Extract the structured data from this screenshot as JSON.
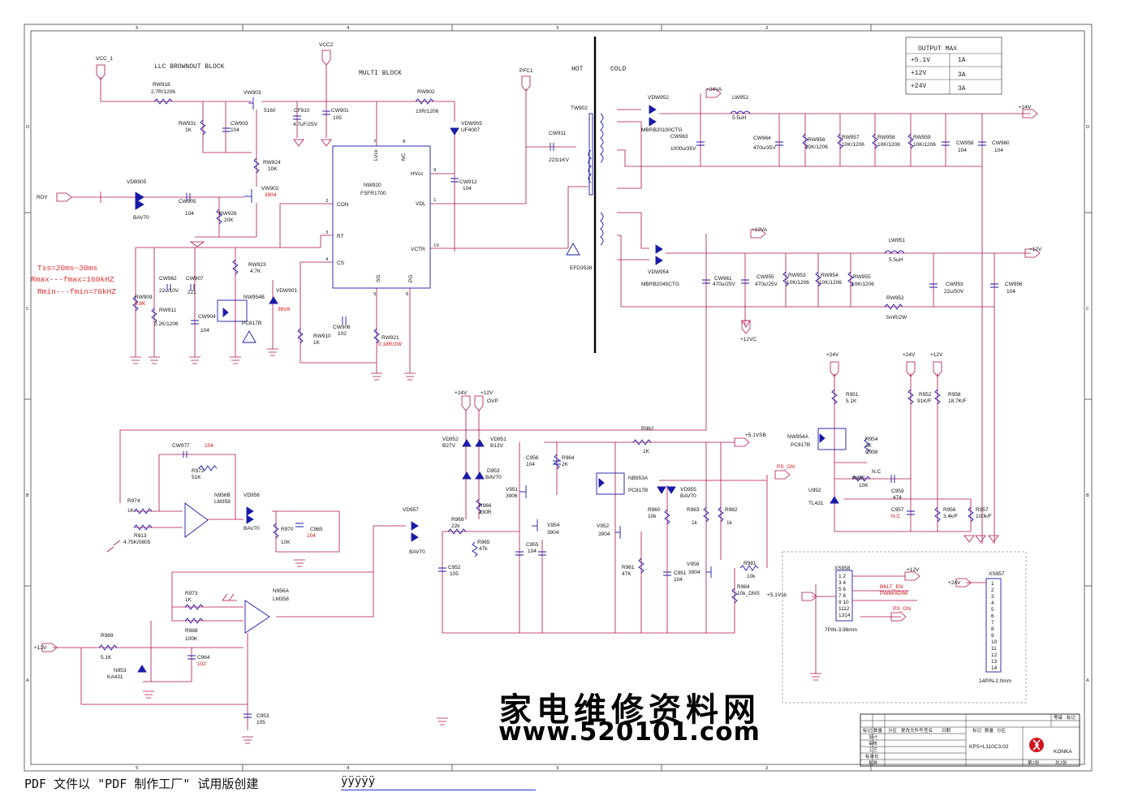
{
  "blocks": {
    "llc_brownout": "LLC BROWNOUT BLOCK",
    "multi": "MULTI BLOCK",
    "hot": "HOT",
    "cold": "COLD",
    "ovp": "OVP"
  },
  "notes": {
    "tss": "Tss=20ms~30ms",
    "rmax": "Rmax---fmax=160kHZ",
    "rmin": "Rmin---fmin=70kHZ"
  },
  "output_table": {
    "title": "OUTPUT MAX",
    "rows": [
      [
        "+5.1V",
        "1A"
      ],
      [
        "+12V",
        "3A"
      ],
      [
        "+24V",
        "3A"
      ]
    ]
  },
  "nets": {
    "vcc1": "VCC_1",
    "vcc2": "VCC2",
    "pfc1": "PFC1",
    "rdy": "RDY",
    "p24v": "+24V",
    "p24va": "+24VA",
    "p12v": "+12V",
    "p12va": "+12VA",
    "p12vc": "+12VC",
    "p51vsb": "+5.1VSB",
    "ps_on": "PS_ON",
    "p51vsb2": "+5.1Vsb",
    "bklt_en": "BKLT_EN",
    "pwm_adim": "PWM/ADIM"
  },
  "ic": {
    "ref": "NW920",
    "part": "FSFR1700",
    "pins": {
      "lvcc": "LVcc",
      "nc": "NC",
      "hvcc": "HVcc",
      "vdl": "VDL",
      "vctr": "VCTR",
      "con": "CON",
      "rt": "RT",
      "cs": "CS",
      "sg": "SG",
      "pg": "PG"
    },
    "nums": {
      "p7": "7",
      "p8": "8",
      "p9": "9",
      "p1": "1",
      "p10": "10",
      "p2": "2",
      "p3": "3",
      "p4": "4",
      "p5": "5",
      "p6": "6"
    }
  },
  "parts": {
    "rw918": "RW918",
    "rw918v": "2.7R/1206",
    "vw903": "VW903",
    "vw903v": "5160",
    "rw931": "RW931",
    "rw931v": "1K",
    "cw903": "CW903",
    "cw903v": "104",
    "cf910": "CF910",
    "cf910v": "4.7uF/25V",
    "cw901": "CW901",
    "cw901v": "105",
    "rw924": "RW924",
    "rw924v": "10K",
    "vdb905": "VDB905",
    "bav70": "BAV70",
    "cw905": "CW905",
    "cw905v": "104",
    "rw926": "RW926",
    "rw926v": "20K",
    "vw902": "VW902",
    "vw902v": "3904",
    "rw902": "RW902",
    "rw902v": "10R/1206",
    "vdw905": "VDW905",
    "vdw905v": "UF4007",
    "cw912": "CW912",
    "cw912v": "104",
    "cw911": "CW911",
    "cw911v": "223/1KV",
    "tw902": "TW902",
    "efd": "EFD3538",
    "cw962": "CW962",
    "cw962v": "22u/10V",
    "cw907": "CW907",
    "cw907v": "221",
    "rw923": "RW923",
    "rw923v": "4.7K",
    "rw909": "RW909",
    "rw909v": "8.8K",
    "rw911": "RW911",
    "rw911v": "2.2K/1206",
    "cw904": "CW904",
    "cw904v": "104",
    "nw954b": "NW954B",
    "pc817b": "PC817B",
    "vdw901": "VDW901",
    "vdw901v": "36V8",
    "rw910": "RW910",
    "rw910v": "1K",
    "cw906": "CW906",
    "cw906v": "102",
    "rw921": "RW921",
    "rw921v": "0.18R/2W",
    "vdw952": "VDW952",
    "mbrb1": "MBRB20100CTG",
    "lw952": "LW952",
    "lw952v": "5.5uH",
    "cw963": "CW963",
    "cw963v": "1000u/35V",
    "cw964": "CW964",
    "cw964v": "470u/35V",
    "rw956": "RW956",
    "rw956v": "10K/1206",
    "rw957": "RW957",
    "rw957v": "10K/1206",
    "rw958": "RW958",
    "rw958v": "10K/1206",
    "rw959": "RW959",
    "rw959v": "10K/1206",
    "cw958": "CW958",
    "cw958v": "104",
    "cw960": "CW960",
    "cw960v": "104",
    "vdw954": "VDW954",
    "mbrb2": "MBRB2045CTG",
    "lw951": "LW951",
    "lw951v": "5.5uH",
    "cw961": "CW961",
    "cw961v": "470u/25V",
    "cw955": "CW955",
    "cw955v": "470u/25V",
    "rw953": "RW953",
    "rw953v": "10K/1206",
    "rw954": "RW954",
    "rw954v": "10K/1206",
    "rw955": "RW955",
    "rw955v": "10K/1206",
    "cw953": "CW953",
    "cw953v": "22u/50V",
    "cw956": "CW956",
    "cw956v": "104",
    "rw952": "RW952",
    "rw952v": "5mR/2W",
    "r951": "R951",
    "r951v": "5.1K",
    "r952": "R952",
    "r952v": "91K/F",
    "r958": "R958",
    "r958v": "18.7K/F",
    "nw954a": "NW954A",
    "r954": "R954",
    "r954v": "3K",
    "c958": "C958",
    "c958v": "N.C",
    "r955": "R955",
    "r955v": "10K",
    "c959": "C959",
    "c959v": "474",
    "u952": "U952",
    "u952v": "TL431",
    "c957": "C957",
    "c957v": "N.C",
    "r956": "R956",
    "r956v": "3.4k/F",
    "r957": "R957",
    "r957v": "100k/F",
    "cw977": "CW977",
    "cw977v": "104",
    "r972": "R972",
    "r972v": "51K",
    "n956b": "N956B",
    "lm358": "LM358",
    "vd956": "VD956",
    "r974": "R974",
    "r974v": "1K",
    "r913": "R913",
    "r913v": "4.75K/0805",
    "r970": "R970",
    "r970v": "10K",
    "c965": "C965",
    "c965v": "104",
    "vd952": "VD952",
    "vd952v": "B27V",
    "vd951": "VD951",
    "vd951v": "B13V",
    "d953": "D953",
    "vd957": "VD957",
    "r969": "R969",
    "r969v": "22k",
    "c952": "C952",
    "c952v": "105",
    "r966": "R966",
    "r966v": "330R",
    "c956": "C956",
    "c956v": "104",
    "r964": "R964",
    "r964v": "2K",
    "v951": "V951",
    "v951v": "3906",
    "v954": "V954",
    "v954v": "3904",
    "r965": "R965",
    "r965v": "47k",
    "c955": "C955",
    "c955v": "104",
    "r962": "R962",
    "r962v": "1K",
    "nb953a": "NB953A",
    "vd955": "VD955",
    "r960": "R960",
    "r960v": "10k",
    "v952": "V952",
    "v952v": "3904",
    "r961": "R961",
    "r961v": "47K",
    "c951": "C951",
    "c951v": "104",
    "r983": "R983",
    "r983v": "1k",
    "r982": "R982",
    "r982v": "1k",
    "v958": "V958",
    "v958v": "3904",
    "r981": "R981",
    "r981v": "10k",
    "r984": "R984",
    "r984v": "10k_DNS",
    "n956a": "N956A",
    "r973": "R973",
    "r973v": "1K",
    "r988": "R988",
    "r988v": "100K",
    "r989": "R989",
    "r989v": "5.1K",
    "n953": "N953",
    "n953v": "KA431",
    "c964": "C964",
    "c964v": "102",
    "c953": "C953",
    "c953v": "105"
  },
  "connectors": {
    "xs958": "XS958",
    "xs958_desc": "7PIN-3.96mm",
    "xs958_pins": [
      "1  2",
      "3  4",
      "5  6",
      "7  8",
      "9  10",
      "1112",
      "1314"
    ],
    "xs957": "XS957",
    "xs957_desc": "14PIN-2.0mm",
    "xs957_pins": [
      "1",
      "2",
      "3",
      "4",
      "5",
      "6",
      "7",
      "8",
      "9",
      "10",
      "11",
      "12",
      "13",
      "14"
    ]
  },
  "title_block": {
    "doc": "KPS+L110C3-02",
    "brand": "KONKA",
    "sheet": "第2张",
    "total": "共2张",
    "head1": "等级",
    "head2": "标记",
    "rows": [
      "标记",
      "数量",
      "分区",
      "更改文件号",
      "签名",
      "日期"
    ],
    "roles": [
      "设计",
      "审核",
      "工艺",
      "标准化",
      "批准"
    ]
  },
  "grid": {
    "top": [
      "5",
      "4",
      "3",
      "2"
    ],
    "side": [
      "D",
      "C",
      "B",
      "A"
    ]
  },
  "watermark": {
    "cn": "家电维修资料网",
    "url": "www.520101.com"
  },
  "footer": {
    "text": "PDF 文件以 \"PDF 制作工厂\" 试用版创建",
    "link": "ÿÿÿÿÿ"
  }
}
